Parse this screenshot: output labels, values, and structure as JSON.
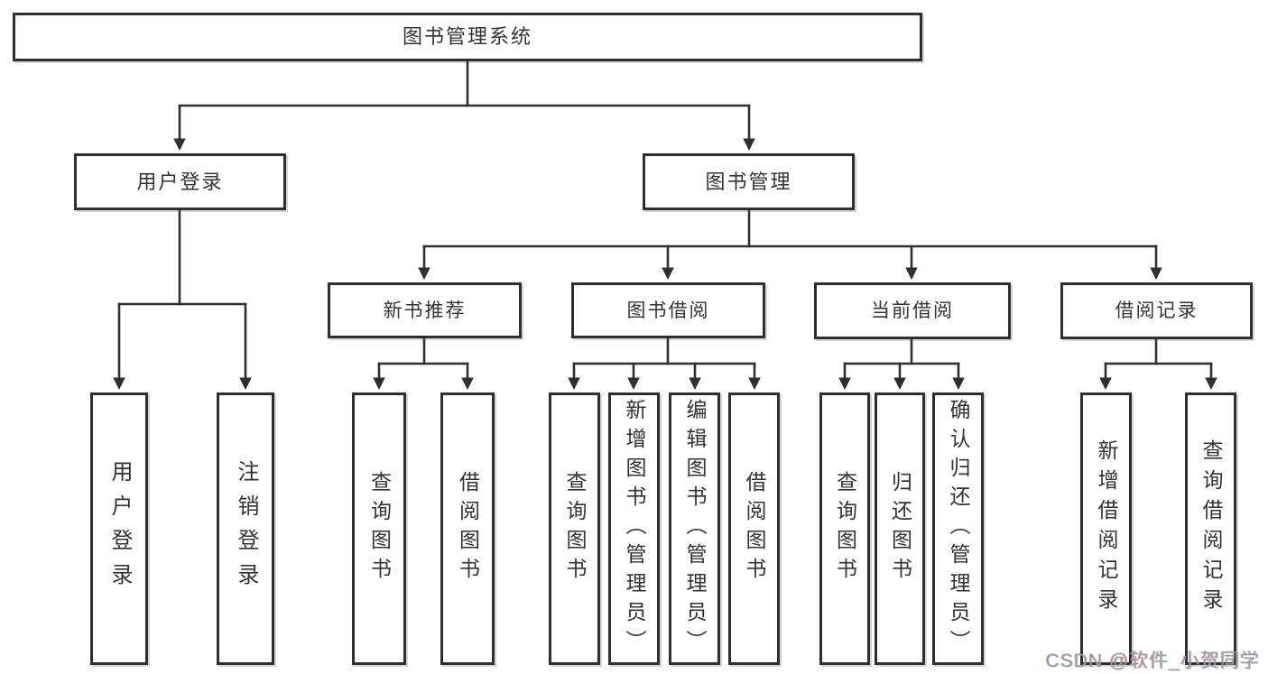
{
  "diagram": {
    "root": {
      "label": "图书管理系统"
    },
    "branches": [
      {
        "label": "用户登录",
        "children": [
          {
            "label": "用户登录"
          },
          {
            "label": "注销登录"
          }
        ]
      },
      {
        "label": "图书管理",
        "children": [
          {
            "label": "新书推荐",
            "children": [
              {
                "label": "查询图书"
              },
              {
                "label": "借阅图书"
              }
            ]
          },
          {
            "label": "图书借阅",
            "children": [
              {
                "label": "查询图书"
              },
              {
                "label": "新增图书（管理员）"
              },
              {
                "label": "编辑图书（管理员）"
              },
              {
                "label": "借阅图书"
              }
            ]
          },
          {
            "label": "当前借阅",
            "children": [
              {
                "label": "查询图书"
              },
              {
                "label": "归还图书"
              },
              {
                "label": "确认归还（管理员）"
              }
            ]
          },
          {
            "label": "借阅记录",
            "children": [
              {
                "label": "新增借阅记录"
              },
              {
                "label": "查询借阅记录"
              }
            ]
          }
        ]
      }
    ]
  },
  "watermark": {
    "text": "CSDN @软件_小贺同学",
    "color": "#9b9b9b"
  },
  "colors": {
    "line": "#2f2f2f",
    "box_border": "#2f2f2f",
    "box_fill": "#ffffff",
    "text": "#333333",
    "background": "#ffffff"
  }
}
